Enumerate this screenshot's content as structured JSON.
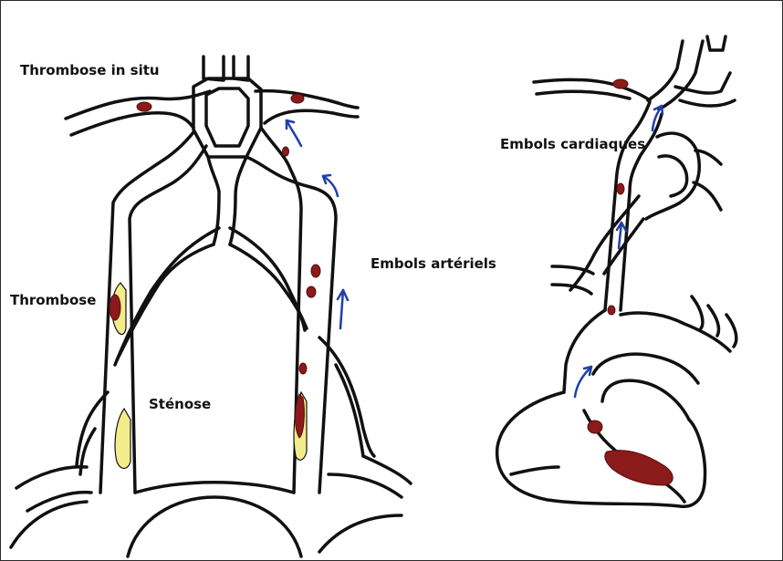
{
  "labels": {
    "thrombose_in_situ": "Thrombose in situ",
    "thrombose": "Thrombose",
    "stenose": "Sténose",
    "embols_arteriels": "Embols artériels",
    "embols_cardiaques": "Embols cardiaques"
  },
  "colors": {
    "outline": "#111111",
    "thrombus": "#8b1a1a",
    "plaque": "#f3ec8a",
    "flow_arrow": "#1f3fa8",
    "background": "#ffffff"
  },
  "icons": {
    "flow_arrow": "arrow-up-icon",
    "thrombus": "clot-blob",
    "plaque": "plaque-blob"
  }
}
